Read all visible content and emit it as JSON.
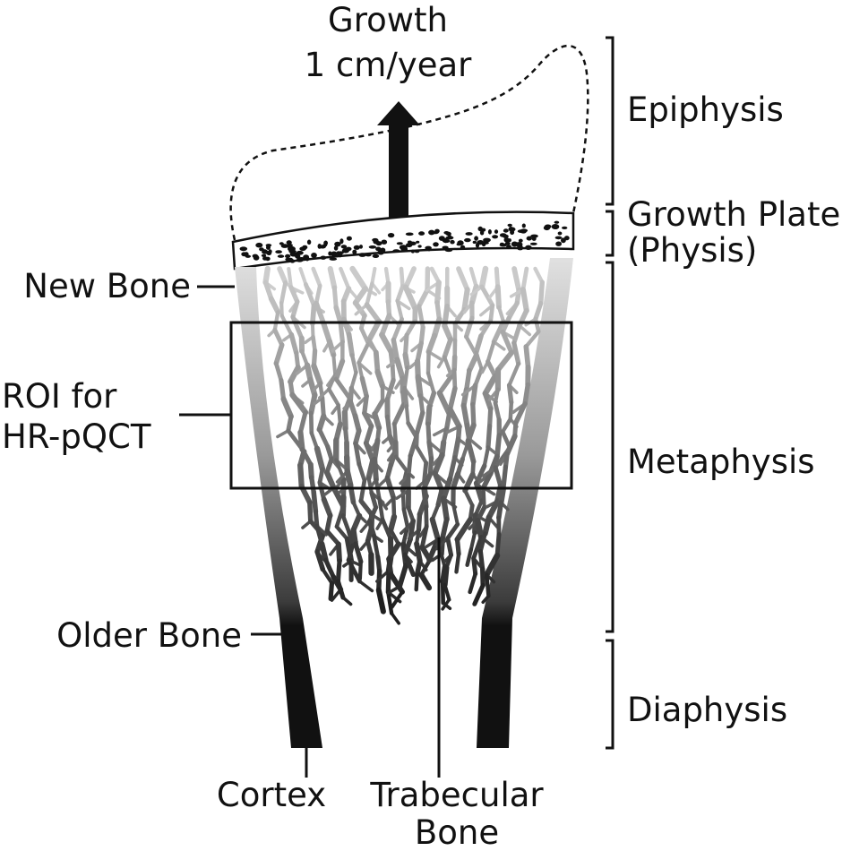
{
  "title": {
    "line1": "Growth",
    "line2": "1 cm/year"
  },
  "zones": {
    "epiphysis": "Epiphysis",
    "growth_plate_line1": "Growth Plate",
    "growth_plate_line2": "(Physis)",
    "metaphysis": "Metaphysis",
    "diaphysis": "Diaphysis"
  },
  "left_labels": {
    "new_bone": "New Bone",
    "roi_line1": "ROI for",
    "roi_line2": "HR-pQCT",
    "older_bone": "Older Bone"
  },
  "bottom_labels": {
    "cortex": "Cortex",
    "trabecular_line1": "Trabecular",
    "trabecular_line2": "Bone"
  },
  "colors": {
    "ink": "#111111",
    "new_bone": "#d4d4d4",
    "mid_bone": "#8a8a8a",
    "old_bone": "#111111"
  }
}
